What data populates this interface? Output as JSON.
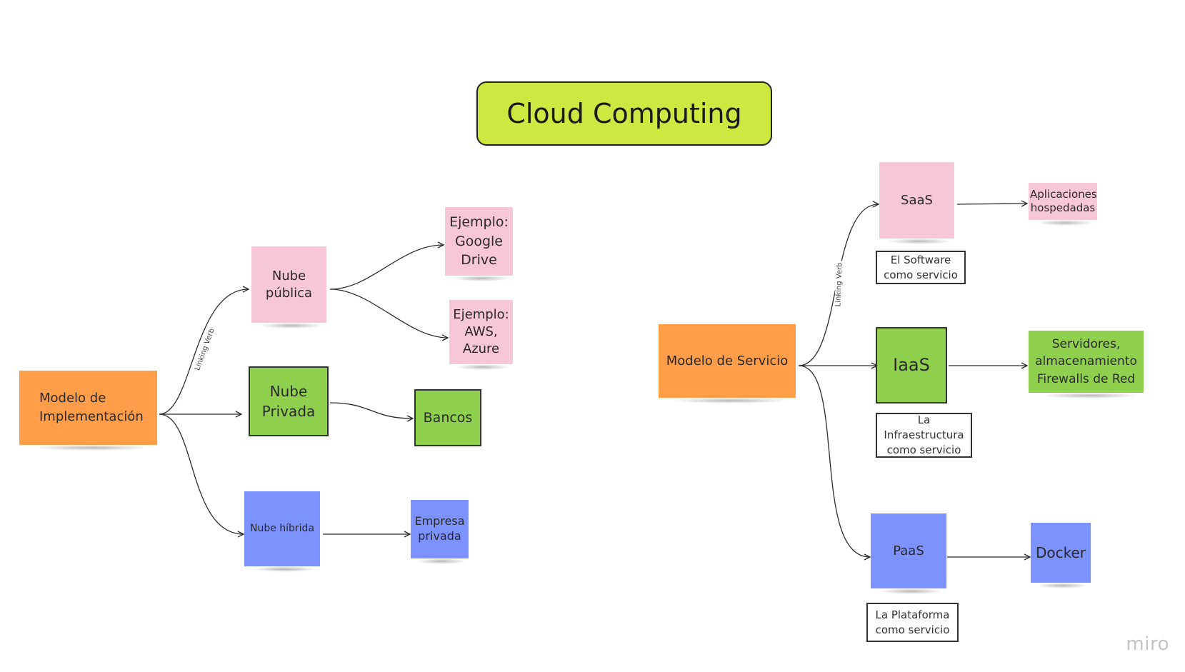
{
  "title": "Cloud Computing",
  "deployment": {
    "root": "Modelo de Implementación",
    "connector_label": "Linking Verb",
    "public": "Nube pública",
    "public_example_1": "Ejemplo: Google Drive",
    "public_example_2": "Ejemplo: AWS, Azure",
    "private": "Nube Privada",
    "private_example": "Bancos",
    "hybrid": "Nube híbrida",
    "hybrid_example": "Empresa privada"
  },
  "service": {
    "root": "Modelo de Servicio",
    "connector_label": "Linking Verb",
    "saas": "SaaS",
    "saas_desc": "El Software como servicio",
    "saas_example": "Aplicaciones hospedadas",
    "iaas": "IaaS",
    "iaas_desc": "La Infraestructura como servicio",
    "iaas_example": "Servidores, almacenamiento Firewalls de Red",
    "paas": "PaaS",
    "paas_desc": "La Plataforma como servicio",
    "paas_example": "Docker"
  },
  "brand": "miro",
  "colors": {
    "title": "#cee741",
    "pink": "#f8c6d9",
    "orange": "#ff9d48",
    "green": "#8fd14f",
    "blue": "#7b92ff"
  }
}
